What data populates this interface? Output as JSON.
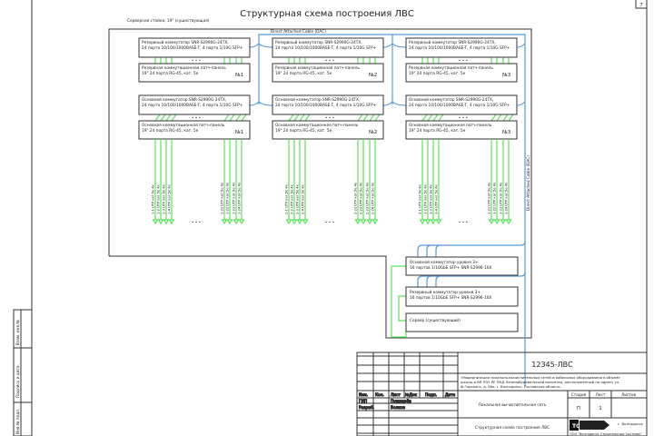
{
  "sheet_corner": "7",
  "title": "Структурная схема построения ЛВС",
  "rack_label": "Серверная стойка, 19\" (существующая)",
  "dac_label": "Direct Attached Cable (DAC)",
  "dac_label_vertical": "Direct Attached Cable (DAC)",
  "ellipsis": "• • •",
  "columns": [
    {
      "num": "№1",
      "reserve_switch": [
        "Резервный коммутатор SNR-S2990G-24TX,",
        "24 порта 10/100/1000BASE-T, 4 порта 1/10G SFP+"
      ],
      "reserve_patch": [
        "Резервная коммутационная патч-панель",
        "19\" 24 порта RG-45, кат. 5е"
      ],
      "main_switch": [
        "Основной коммутатор SNR-S2990G-24TX,",
        "24 порта 10/100/1000BASE-T, 4 порта 1/10G SFP+"
      ],
      "main_patch": [
        "Основная коммутационная патч-панель",
        "19\" 24 порта RG-45, кат. 5е"
      ],
      "cables": [
        "1-1 UTP кат.5е 4х",
        "1-2 UTP кат.5е 4х",
        "1-3 UTP кат.5е 4х",
        "1-4 UTP кат.5е 4х",
        "1-21 UTP кат.5е 4х",
        "1-22 UTP кат.5е 4х",
        "1-23 UTP кат.5е 4х",
        "1-24 UTP кат.5е 4х"
      ]
    },
    {
      "num": "№2",
      "reserve_switch": [
        "Резервный коммутатор SNR-S2990G-24TX,",
        "24 порта 10/100/1000BASE-T, 4 порта 1/10G SFP+"
      ],
      "reserve_patch": [
        "Резервная коммутационная патч-панель",
        "19\" 24 порта RG-45, кат. 5е"
      ],
      "main_switch": [
        "Основной коммутатор SNR-S2990G-24TX,",
        "24 порта 10/100/1000BASE-T, 4 порта 1/10G SFP+"
      ],
      "main_patch": [
        "Основная коммутационная патч-панель",
        "19\" 24 порта RG-45, кат. 5е"
      ],
      "cables": [
        "2-1 UTP кат.5е 4х",
        "2-2 UTP кат.5е 4х",
        "2-3 UTP кат.5е 4х",
        "2-4 UTP кат.5е 4х",
        "2-21 UTP кат.5е 4х",
        "2-22 UTP кат.5е 4х",
        "2-23 UTP кат.5е 4х",
        "2-24 UTP кат.5е 4х"
      ]
    },
    {
      "num": "№3",
      "reserve_switch": [
        "Резервный коммутатор SNR-S2990G-24TX,",
        "24 порта 10/100/1000BASE-T, 4 порта 1/10G SFP+"
      ],
      "reserve_patch": [
        "Резервная коммутационная патч-панель",
        "19\" 24 порта RG-45, кат. 5е"
      ],
      "main_switch": [
        "Основной коммутатор SNR-S2990G-24TX,",
        "24 порта 10/100/1000BASE-T, 4 порта 1/10G SFP+"
      ],
      "main_patch": [
        "Основная коммутационная патч-панель",
        "19\" 24 порта RG-45, кат. 5е"
      ],
      "cables": [
        "3-1 UTP кат.5е 4х",
        "3-2 UTP кат.5е 4х",
        "3-3 UTP кат.5е 4х",
        "3-4 UTP кат.5е 4х",
        "3-21 UTP кат.5е 4х",
        "3-22 UTP кат.5е 4х",
        "3-23 UTP кат.5е 4х",
        "3-24 UTP кат.5е 4х"
      ]
    }
  ],
  "core": {
    "main_switch": [
      "Основной коммутатор уровня 3+",
      "16 портов 1/10GbE SFP+ SNR-S2996-16X"
    ],
    "reserve_switch": [
      "Резервный коммутатор уровня 3+",
      "16 портов 1/10GbE SFP+ SNR-S2996-16X"
    ],
    "server": "Сервер (существующий)"
  },
  "side_stamp": [
    "Взам. инв.№",
    "Подпись и дата",
    "Инв.№ подл."
  ],
  "title_block": {
    "code": "12345-ЛВС",
    "description": [
      "«Модернизация локально-вычислительных сетей и кабельных оборудования в объеме",
      "школы в ВЯ ПЭ3 РЕ ПКД Ленинобуровольский волонтер, расположенный по адресу ул.",
      "Ф.Горького, д. 96х, г. Волгодонск, Ростовская область."
    ],
    "headers": [
      "Изм.",
      "Кол.",
      "Лист",
      "№Док",
      "Подп.",
      "Дата"
    ],
    "roles": [
      {
        "role": "ГИП",
        "name": "Пушкарёв"
      },
      {
        "role": "Разраб.",
        "name": "Волков"
      }
    ],
    "project_name": "Локальная вычислительная сеть",
    "sheet_title": "Структурная схема построения ЛВС",
    "stage_label": "Стадия",
    "sheet_label": "Лист",
    "sheets_label": "Листов",
    "stage": "П",
    "sheet": "1",
    "sheets": "",
    "company_city": "г. Волгодонск",
    "company_name": "ООО \"Волгодонск Строительные Системы\""
  }
}
